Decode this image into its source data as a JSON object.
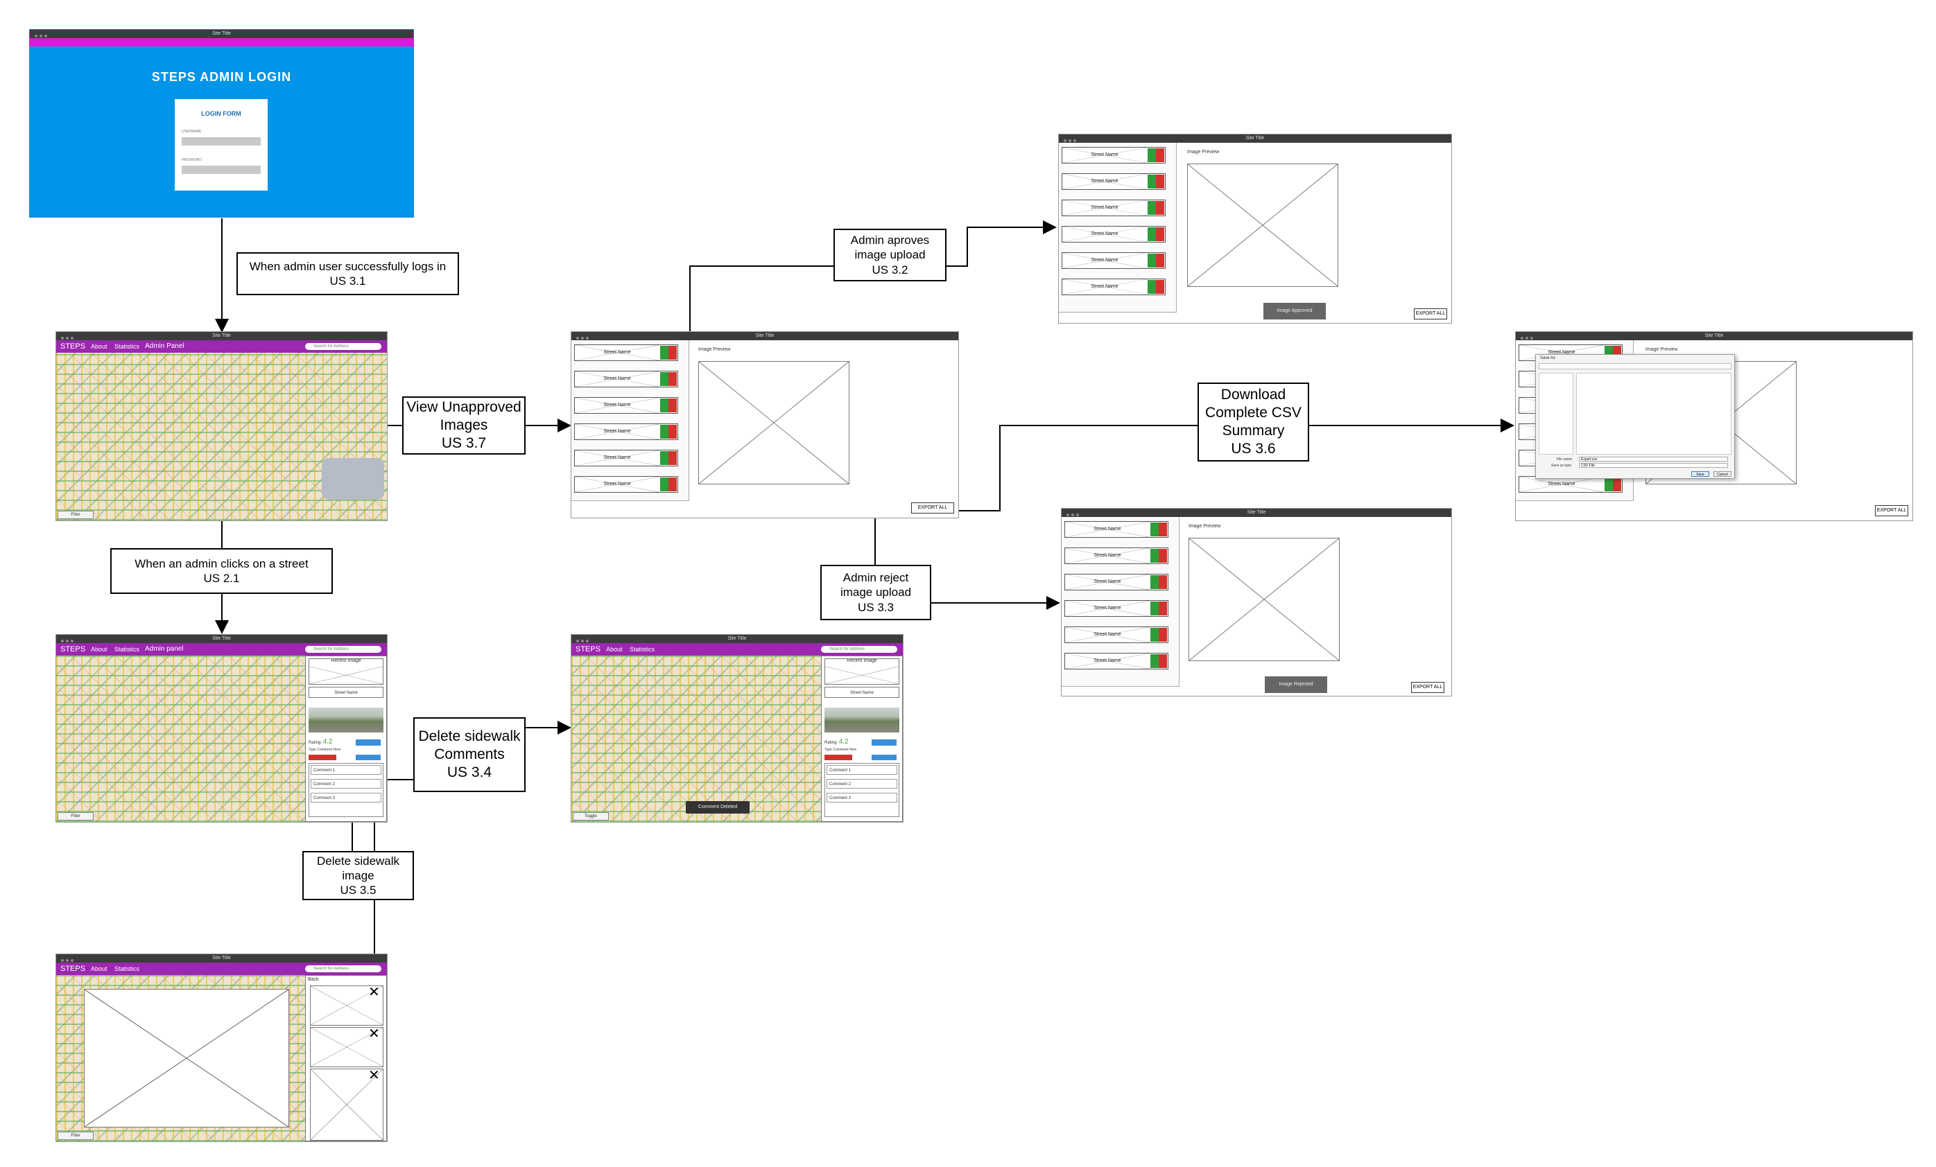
{
  "login_screen": {
    "window_title": "Site Title",
    "heading": "STEPS ADMIN LOGIN",
    "form_title": "LOGIN FORM",
    "username_label": "USERNAME",
    "password_label": "PASSWORD",
    "colors": {
      "banner": "#0095e8",
      "topbar": "#d81bd8"
    }
  },
  "map_window": {
    "window_title": "Site Title",
    "brand": "STEPS",
    "nav_about": "About",
    "nav_statistics": "Statistics",
    "nav_admin": "Admin Panel",
    "nav_admin_lower": "Admin panel",
    "search_placeholder": "Search for Address",
    "map_button": "Filter",
    "toggle_button": "Toggle",
    "back_label": "Back"
  },
  "side_panel": {
    "recent_image": "Recent Image",
    "street_name": "Street Name",
    "rating_label": "Rating:",
    "rating_value": "4.2",
    "type_comment": "Type Comment Here",
    "comments": [
      "Comment 1",
      "Comment 2",
      "Comment 3"
    ],
    "toast": "Comment Deleted"
  },
  "review_window": {
    "window_title": "Site Title",
    "image_preview": "Image Preview",
    "street_item": "Street Name",
    "export_all": "EXPORT ALL",
    "approved_btn": "Image Approved",
    "rejected_btn": "Image Rejected",
    "save_dialog": {
      "title": "Save As",
      "save_btn": "Save",
      "cancel_btn": "Cancel",
      "file_name_label": "File name:",
      "file_name_value": "Export.csv",
      "save_type_label": "Save as type:",
      "save_type_value": "CSV File"
    }
  },
  "flow_labels": {
    "login_success": [
      "When admin user successfully logs in",
      "US 3.1"
    ],
    "view_unapproved": [
      "View Unapproved",
      "Images",
      "US 3.7"
    ],
    "approve": [
      "Admin aproves",
      "image upload",
      "US 3.2"
    ],
    "reject": [
      "Admin reject",
      "image upload",
      "US 3.3"
    ],
    "download_csv": [
      "Download",
      "Complete CSV",
      "Summary",
      "US 3.6"
    ],
    "click_street": [
      "When an admin clicks on a street",
      "US 2.1"
    ],
    "delete_comments": [
      "Delete sidewalk",
      "Comments",
      "US 3.4"
    ],
    "delete_image": [
      "Delete sidewalk",
      "image",
      "US 3.5"
    ]
  }
}
